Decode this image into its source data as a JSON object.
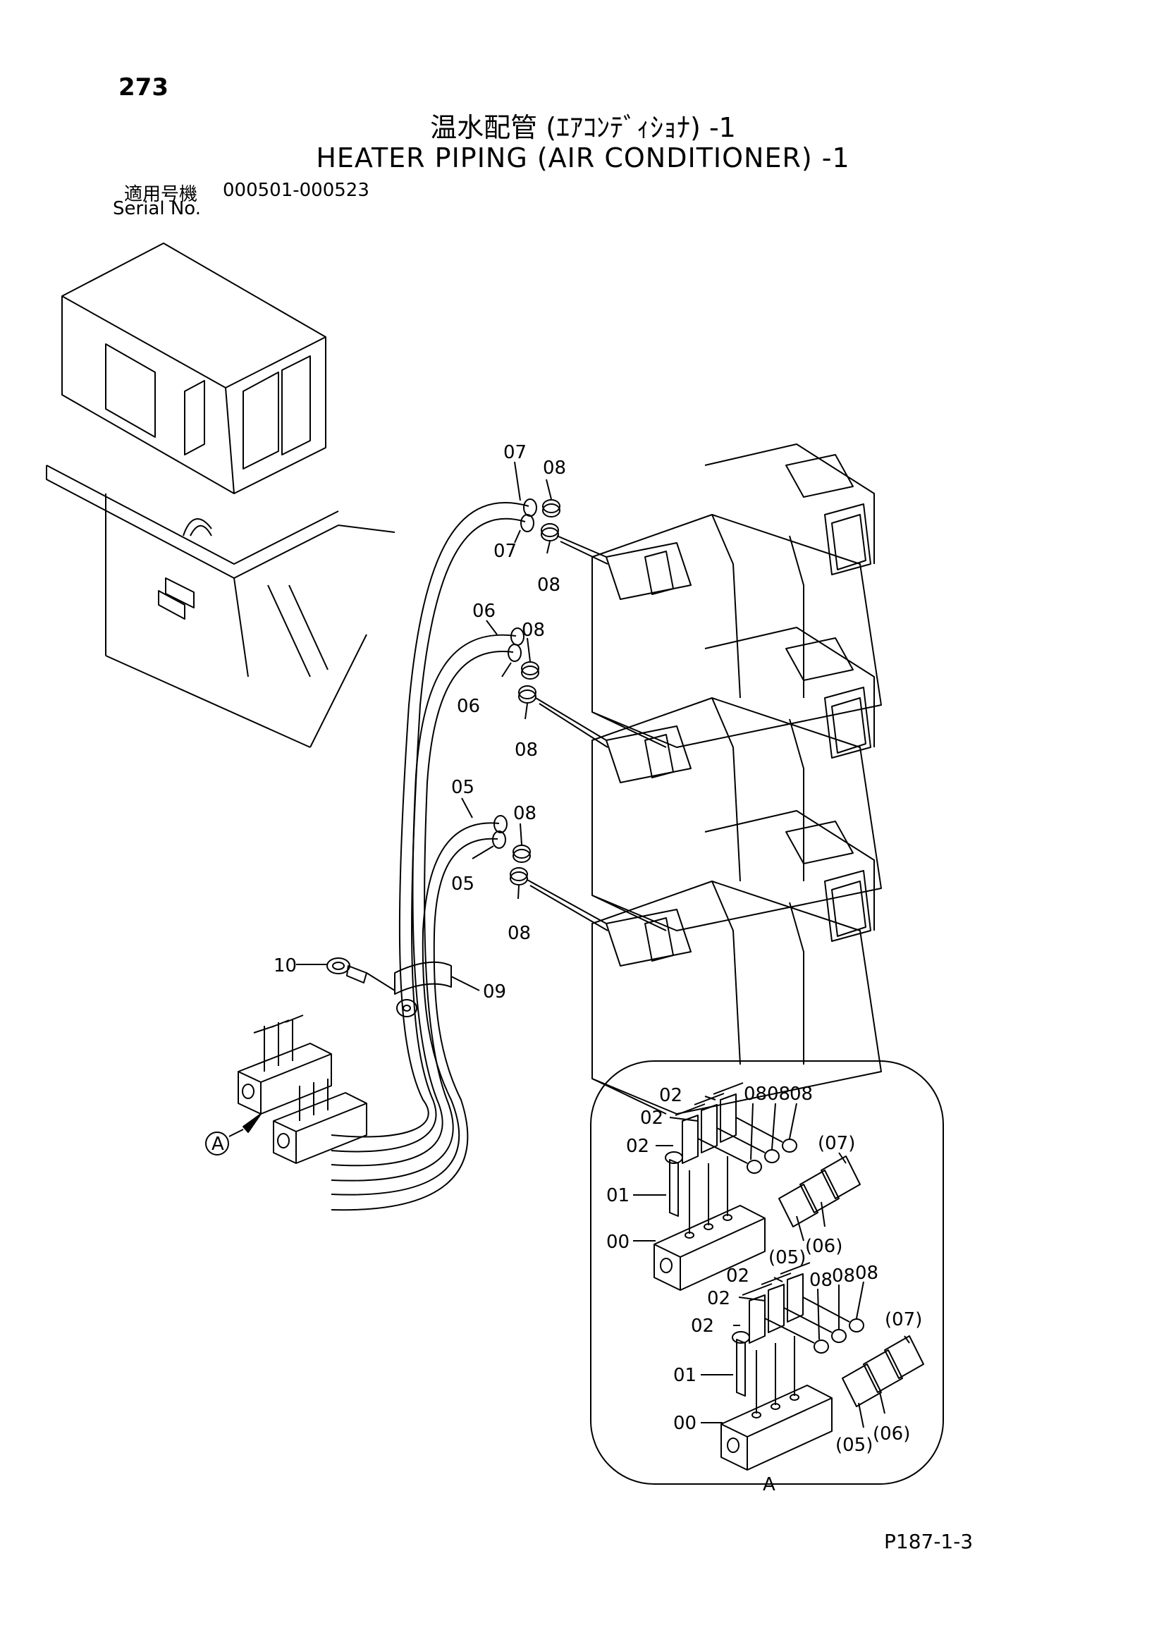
{
  "header": {
    "page_number": "273",
    "title_jp": "温水配管 (ｴｱｺﾝﾃﾞｨｼｮﾅ) -1",
    "title_en": "HEATER PIPING (AIR CONDITIONER) -1",
    "serial_label_jp": "適用号機",
    "serial_range": "000501-000523",
    "serial_label_en": "Serial No."
  },
  "callouts": {
    "p07a": "07",
    "p07b": "07",
    "p08a": "08",
    "p08b": "08",
    "p08c": "08",
    "p08d": "08",
    "p08e": "08",
    "p08f": "08",
    "p06a": "06",
    "p06b": "06",
    "p05a": "05",
    "p05b": "05",
    "p09": "09",
    "p10": "10",
    "view_a": "A"
  },
  "detail": {
    "view_label": "A",
    "upper": {
      "p02a": "02",
      "p02b": "02",
      "p02c": "02",
      "p08a": "08",
      "p08b": "08",
      "p08c": "08",
      "p07": "(07)",
      "p01": "01",
      "p00": "00",
      "p05": "(05)",
      "p06": "(06)"
    },
    "lower": {
      "p02a": "02",
      "p02b": "02",
      "p02c": "02",
      "p08a": "08",
      "p08b": "08",
      "p08c": "08",
      "p07": "(07)",
      "p01": "01",
      "p00": "00",
      "p05": "(05)",
      "p06": "(06)"
    }
  },
  "footer": {
    "page_ref": "P187-1-3"
  }
}
